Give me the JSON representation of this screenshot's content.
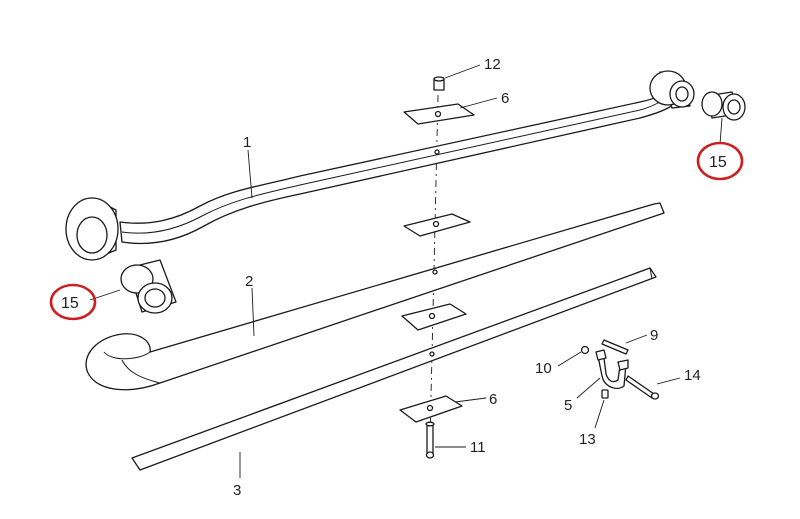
{
  "callouts": {
    "c1": "1",
    "c2": "2",
    "c3": "3",
    "c5": "5",
    "c6_top": "6",
    "c6_bottom": "6",
    "c9": "9",
    "c10": "10",
    "c11": "11",
    "c12": "12",
    "c13": "13",
    "c14": "14",
    "c15_left": "15",
    "c15_right": "15"
  },
  "colors": {
    "highlight": "#cc1f1f",
    "line": "#1a1a1a",
    "background": "#ffffff"
  }
}
